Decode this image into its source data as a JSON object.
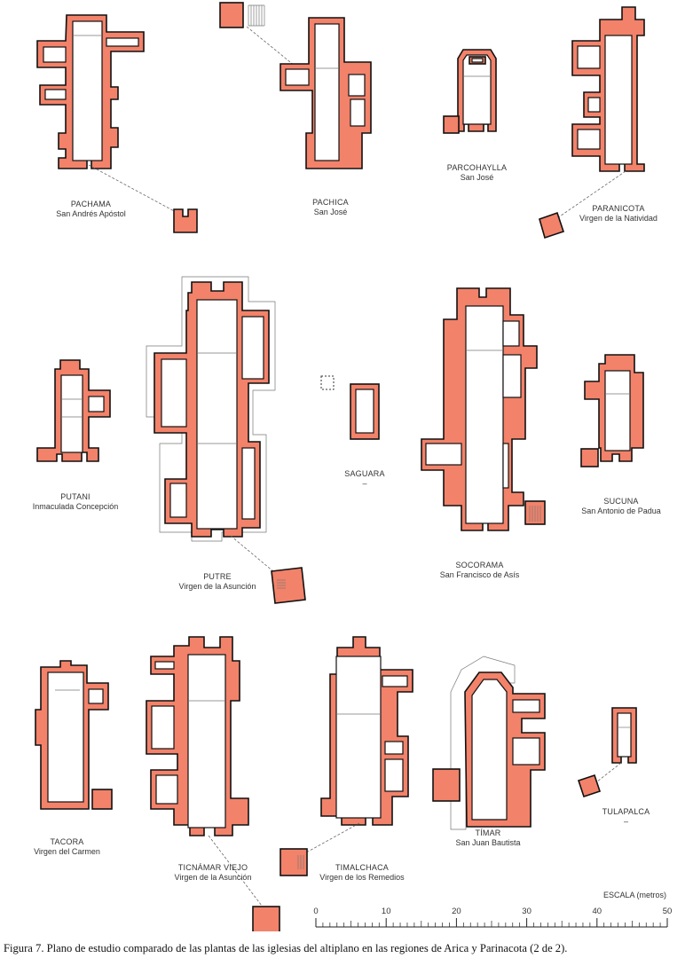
{
  "churches": [
    {
      "id": "pachama",
      "name": "PACHAMA",
      "saint": "San Andrés Apóstol"
    },
    {
      "id": "pachica",
      "name": "PACHICA",
      "saint": "San José"
    },
    {
      "id": "parcohaylla",
      "name": "PARCOHAYLLA",
      "saint": "San José"
    },
    {
      "id": "paranicota",
      "name": "PARANICOTA",
      "saint": "Virgen de la Natividad"
    },
    {
      "id": "putani",
      "name": "PUTANI",
      "saint": "Inmaculada Concepción"
    },
    {
      "id": "putre",
      "name": "PUTRE",
      "saint": "Virgen de la Asunción"
    },
    {
      "id": "saguara",
      "name": "SAGUARA",
      "saint": "–"
    },
    {
      "id": "socorama",
      "name": "SOCORAMA",
      "saint": "San Francisco de Asís"
    },
    {
      "id": "sucuna",
      "name": "SUCUNA",
      "saint": "San Antonio de Padua"
    },
    {
      "id": "tacora",
      "name": "TACORA",
      "saint": "Virgen del Carmen"
    },
    {
      "id": "ticnamar",
      "name": "TICNÁMAR VIEJO",
      "saint": "Virgen de la Asunción"
    },
    {
      "id": "timalchaca",
      "name": "TIMALCHACA",
      "saint": "Virgen de los Remedios"
    },
    {
      "id": "timar",
      "name": "TÍMAR",
      "saint": "San Juan Bautista"
    },
    {
      "id": "tulapalca",
      "name": "TULAPALCA",
      "saint": "–"
    }
  ],
  "scale": {
    "title": "ESCALA (metros)",
    "min": 0,
    "max": 50,
    "labels": [
      "0",
      "10",
      "20",
      "30",
      "40",
      "50"
    ]
  },
  "caption": "Figura 7. Plano de estudio comparado de las plantas de las iglesias del altiplano en las regiones de Arica y Parinacota (2 de 2).",
  "colors": {
    "wall": "#f2826a",
    "line": "#111111",
    "text": "#333333"
  }
}
